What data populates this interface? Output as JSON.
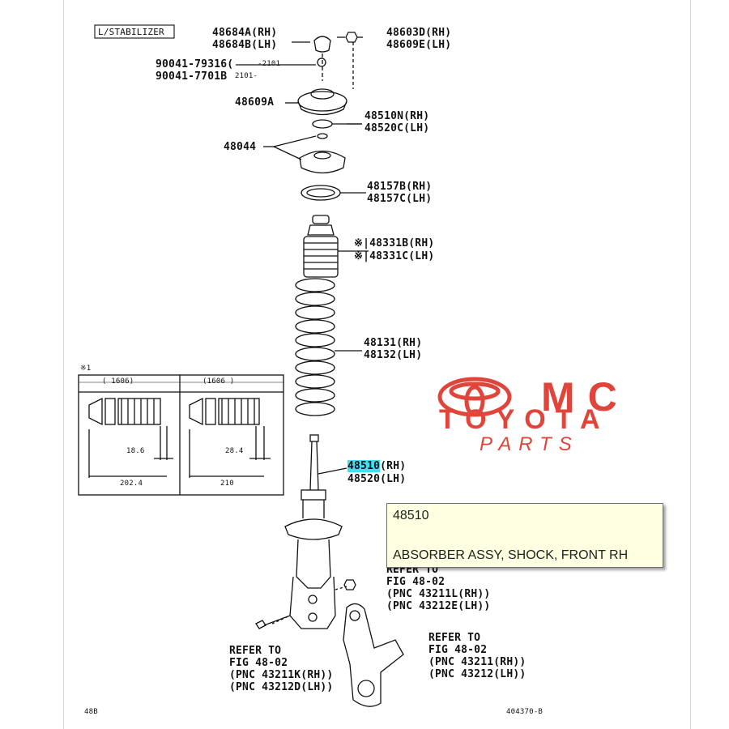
{
  "box_label": "L/STABILIZER",
  "labels": {
    "p48684a": "48684A(RH)",
    "p48684b": "48684B(LH)",
    "p48603d": "48603D(RH)",
    "p48609e": "48609E(LH)",
    "p90041_79316": "90041-79316(",
    "p90041_79316_range": "-2101",
    "p90041_7701": "90041-7701B",
    "p90041_7701_range": "2101-",
    "p48609a": "48609A",
    "p48510n": "48510N(RH)",
    "p48520c": "48520C(LH)",
    "p48044": "48044",
    "p48157b": "48157B(RH)",
    "p48157c": "48157C(LH)",
    "p48331b": "※|48331B(RH)",
    "p48331c": "※|48331C(LH)",
    "p48131": "48131(RH)",
    "p48132": "48132(LH)",
    "p48510_num": "48510",
    "p48510_side": "(RH)",
    "p48520": "48520(LH)",
    "refer_mid": [
      "REFER TO",
      "FIG 48-02",
      "(PNC 43211L(RH))",
      "(PNC 43212E(LH))"
    ],
    "refer_left": [
      "REFER TO",
      "FIG 48-02",
      "(PNC 43211K(RH))",
      "(PNC 43212D(LH))"
    ],
    "refer_right": [
      "REFER TO",
      "FIG 48-02",
      "(PNC 43211(RH))",
      "(PNC 43212(LH))"
    ],
    "footer_left": "48B",
    "footer_right": "404370-B"
  },
  "inset": {
    "mark": "※1",
    "col1_header": "(      1606)",
    "col2_header": "(1606      )",
    "col1_dim_small": "18.6",
    "col1_dim_total": "202.4",
    "col2_dim_small": "28.4",
    "col2_dim_total": "210"
  },
  "tooltip": {
    "part_number": "48510",
    "description": "ABSORBER ASSY, SHOCK, FRONT RH"
  },
  "watermark": {
    "line1": "MC",
    "line2": "TOYOTA",
    "line3": "PARTS",
    "color": "#e0453b"
  }
}
